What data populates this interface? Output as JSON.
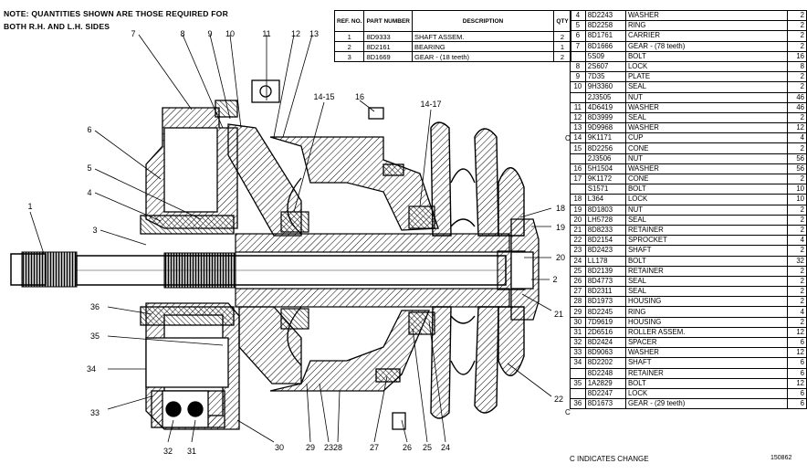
{
  "note": {
    "line1": "NOTE: QUANTITIES SHOWN ARE THOSE REQUIRED FOR",
    "line2": "BOTH R.H. AND L.H. SIDES"
  },
  "small_table": {
    "headers": [
      "REF. NO.",
      "PART NUMBER",
      "DESCRIPTION",
      "QTY"
    ],
    "rows": [
      [
        "1",
        "8D9333",
        "SHAFT ASSEM.",
        "2"
      ],
      [
        "2",
        "8D2161",
        "BEARING",
        "1"
      ],
      [
        "3",
        "8D1669",
        "GEAR - (18 teeth)",
        "2"
      ]
    ]
  },
  "parts_list": [
    [
      "4",
      "8D2243",
      "WASHER",
      "2"
    ],
    [
      "5",
      "8D2258",
      "RING",
      "2"
    ],
    [
      "6",
      "8D1761",
      "CARRIER",
      "2"
    ],
    [
      "7",
      "8D1666",
      "GEAR - (78 teeth)",
      "2"
    ],
    [
      "",
      "5S09",
      "BOLT",
      "16"
    ],
    [
      "8",
      "2S607",
      "LOCK",
      "8"
    ],
    [
      "9",
      "7D35",
      "PLATE",
      "2"
    ],
    [
      "10",
      "9H3360",
      "SEAL",
      "2"
    ],
    [
      "",
      "2J3505",
      "NUT",
      "46"
    ],
    [
      "11",
      "4D6419",
      "WASHER",
      "46"
    ],
    [
      "12",
      "8D3999",
      "SEAL",
      "2"
    ],
    [
      "13",
      "9D9968",
      "WASHER",
      "12"
    ],
    [
      "14",
      "9K1171",
      "CUP",
      "4"
    ],
    [
      "15",
      "8D2256",
      "CONE",
      "2"
    ],
    [
      "",
      "2J3506",
      "NUT",
      "56"
    ],
    [
      "16",
      "5H1504",
      "WASHER",
      "56"
    ],
    [
      "17",
      "9K1172",
      "CONE",
      "2"
    ],
    [
      "",
      "S1571",
      "BOLT",
      "10"
    ],
    [
      "18",
      "L364",
      "LOCK",
      "10"
    ],
    [
      "19",
      "8D1803",
      "NUT",
      "2"
    ],
    [
      "20",
      "LH5728",
      "SEAL",
      "2"
    ],
    [
      "21",
      "8D8233",
      "RETAINER",
      "2"
    ],
    [
      "22",
      "8D2154",
      "SPROCKET",
      "4"
    ],
    [
      "23",
      "8D2423",
      "SHAFT",
      "2"
    ],
    [
      "24",
      "LL178",
      "BOLT",
      "32"
    ],
    [
      "25",
      "8D2139",
      "RETAINER",
      "2"
    ],
    [
      "26",
      "8D4773",
      "SEAL",
      "2"
    ],
    [
      "27",
      "8D2311",
      "SEAL",
      "2"
    ],
    [
      "28",
      "8D1973",
      "HOUSING",
      "2"
    ],
    [
      "29",
      "8D2245",
      "RING",
      "4"
    ],
    [
      "30",
      "7D9619",
      "HOUSING",
      "2"
    ],
    [
      "31",
      "2D6516",
      "ROLLER ASSEM.",
      "12"
    ],
    [
      "32",
      "8D2424",
      "SPACER",
      "6"
    ],
    [
      "33",
      "8D9063",
      "WASHER",
      "12"
    ],
    [
      "34",
      "8D2202",
      "SHAFT",
      "6"
    ],
    [
      "",
      "8D2248",
      "RETAINER",
      "6"
    ],
    [
      "35",
      "1A2829",
      "BOLT",
      "12"
    ],
    [
      "",
      "8D2247",
      "LOCK",
      "6"
    ],
    [
      "36",
      "8D1673",
      "GEAR - (29 teeth)",
      "6"
    ]
  ],
  "c_marks": [
    "C",
    "C"
  ],
  "footer": "C INDICATES CHANGE",
  "image_number": "150862",
  "callouts": [
    "1",
    "2",
    "3",
    "4",
    "5",
    "6",
    "7",
    "8",
    "9",
    "10",
    "11",
    "12",
    "13",
    "14-15",
    "16",
    "14-17",
    "18",
    "19",
    "20",
    "2",
    "21",
    "22",
    "23",
    "24",
    "25",
    "26",
    "27",
    "28",
    "29",
    "30",
    "31",
    "32",
    "33",
    "34",
    "35",
    "36"
  ]
}
